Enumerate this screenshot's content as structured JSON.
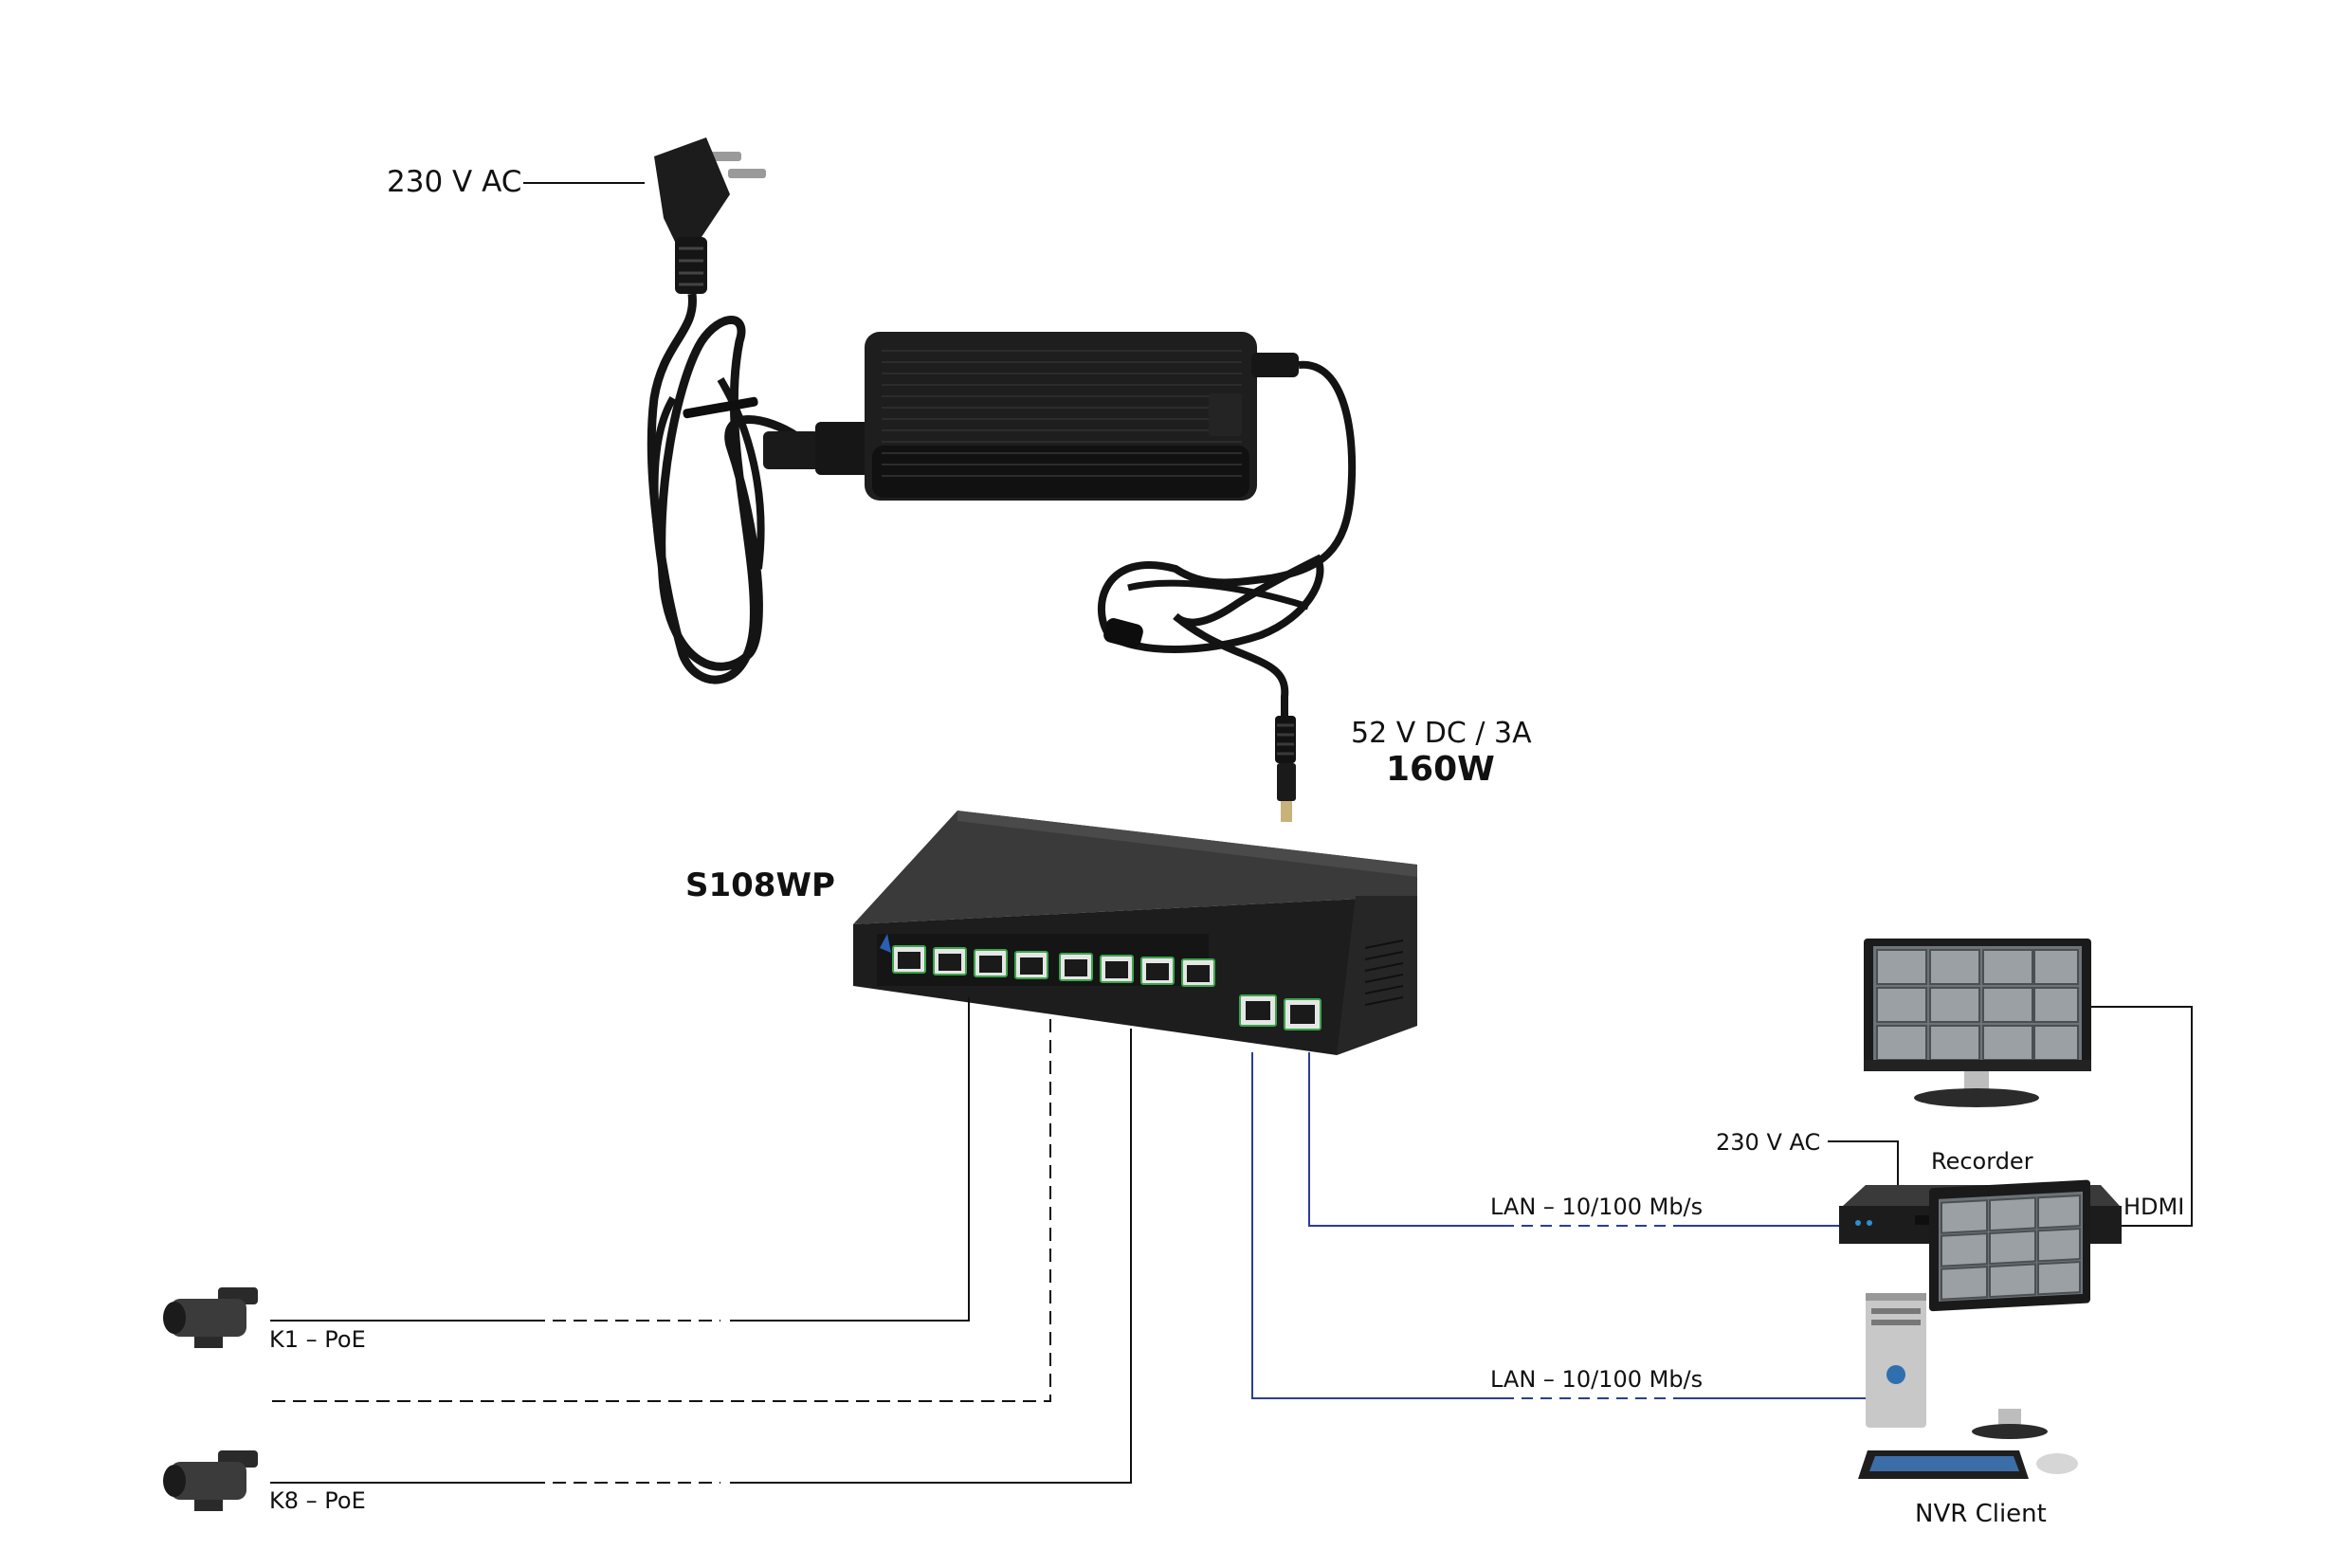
{
  "labels": {
    "mains_input": "230 V AC",
    "dc_output": "52 V DC / 3A",
    "power_rating": "160W",
    "switch_model": "S108WP",
    "camera_first": "K1 – PoE",
    "camera_last": "K8 – PoE",
    "recorder_power": "230 V AC",
    "recorder": "Recorder",
    "hdmi": "HDMI",
    "lan_recorder": "LAN – 10/100 Mb/s",
    "lan_client": "LAN – 10/100 Mb/s",
    "nvr_client": "NVR Client"
  },
  "colors": {
    "device_dark": "#1c1c1c",
    "device_body": "#2e2e2e",
    "line_black": "#111111",
    "line_blue": "#2b3f8f",
    "port_green": "#3aa64a",
    "screen_gray": "#6d7378"
  }
}
